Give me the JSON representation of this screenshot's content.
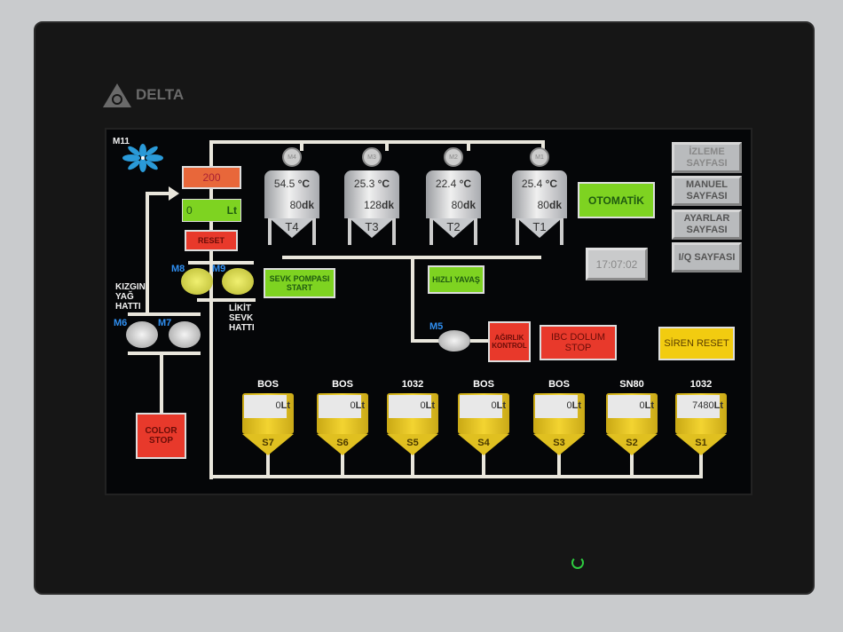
{
  "brand": "DELTA",
  "fan_label": "M11",
  "counter": {
    "setpoint": "200",
    "value": "0",
    "unit": "Lt",
    "reset": "RESET"
  },
  "lines": {
    "hot_oil": "KIZGIN YAĞ HATTI",
    "liquid": "LİKİT SEVK HATTI"
  },
  "pumps": {
    "m8": "M8",
    "m9": "M9",
    "m6": "M6",
    "m7": "M7",
    "m5": "M5"
  },
  "tanks": [
    {
      "name": "T4",
      "motor": "M4",
      "temp": "54.5",
      "temp_unit": "°C",
      "time": "80",
      "time_unit": "dk"
    },
    {
      "name": "T3",
      "motor": "M3",
      "temp": "25.3",
      "temp_unit": "°C",
      "time": "128",
      "time_unit": "dk"
    },
    {
      "name": "T2",
      "motor": "M2",
      "temp": "22.4",
      "temp_unit": "°C",
      "time": "80",
      "time_unit": "dk"
    },
    {
      "name": "T1",
      "motor": "M1",
      "temp": "25.4",
      "temp_unit": "°C",
      "time": "80",
      "time_unit": "dk"
    }
  ],
  "buttons": {
    "sevk": "SEVK POMPASI START",
    "hizli": "HIZLI YAVAŞ",
    "otomatik": "OTOMATİK",
    "agirlik": "AĞIRLIK KONTROL",
    "ibc": "IBC DOLUM STOP",
    "siren": "SİREN RESET",
    "kolor": "COLOR STOP"
  },
  "clock": "17:07:02",
  "nav": [
    "İZLEME SAYFASI",
    "MANUEL SAYFASI",
    "AYARLAR SAYFASI",
    "I/Q SAYFASI"
  ],
  "silos": [
    {
      "name": "S7",
      "product": "BOS",
      "value": "0",
      "unit": "Lt"
    },
    {
      "name": "S6",
      "product": "BOS",
      "value": "0",
      "unit": "Lt"
    },
    {
      "name": "S5",
      "product": "1032",
      "value": "0",
      "unit": "Lt"
    },
    {
      "name": "S4",
      "product": "BOS",
      "value": "0",
      "unit": "Lt"
    },
    {
      "name": "S3",
      "product": "BOS",
      "value": "0",
      "unit": "Lt"
    },
    {
      "name": "S2",
      "product": "SN80",
      "value": "0",
      "unit": "Lt"
    },
    {
      "name": "S1",
      "product": "1032",
      "value": "7480",
      "unit": "Lt"
    }
  ],
  "colors": {
    "green": "#7ed321",
    "red": "#e8392b",
    "yellow": "#f3d431",
    "orange": "#e8673a"
  }
}
